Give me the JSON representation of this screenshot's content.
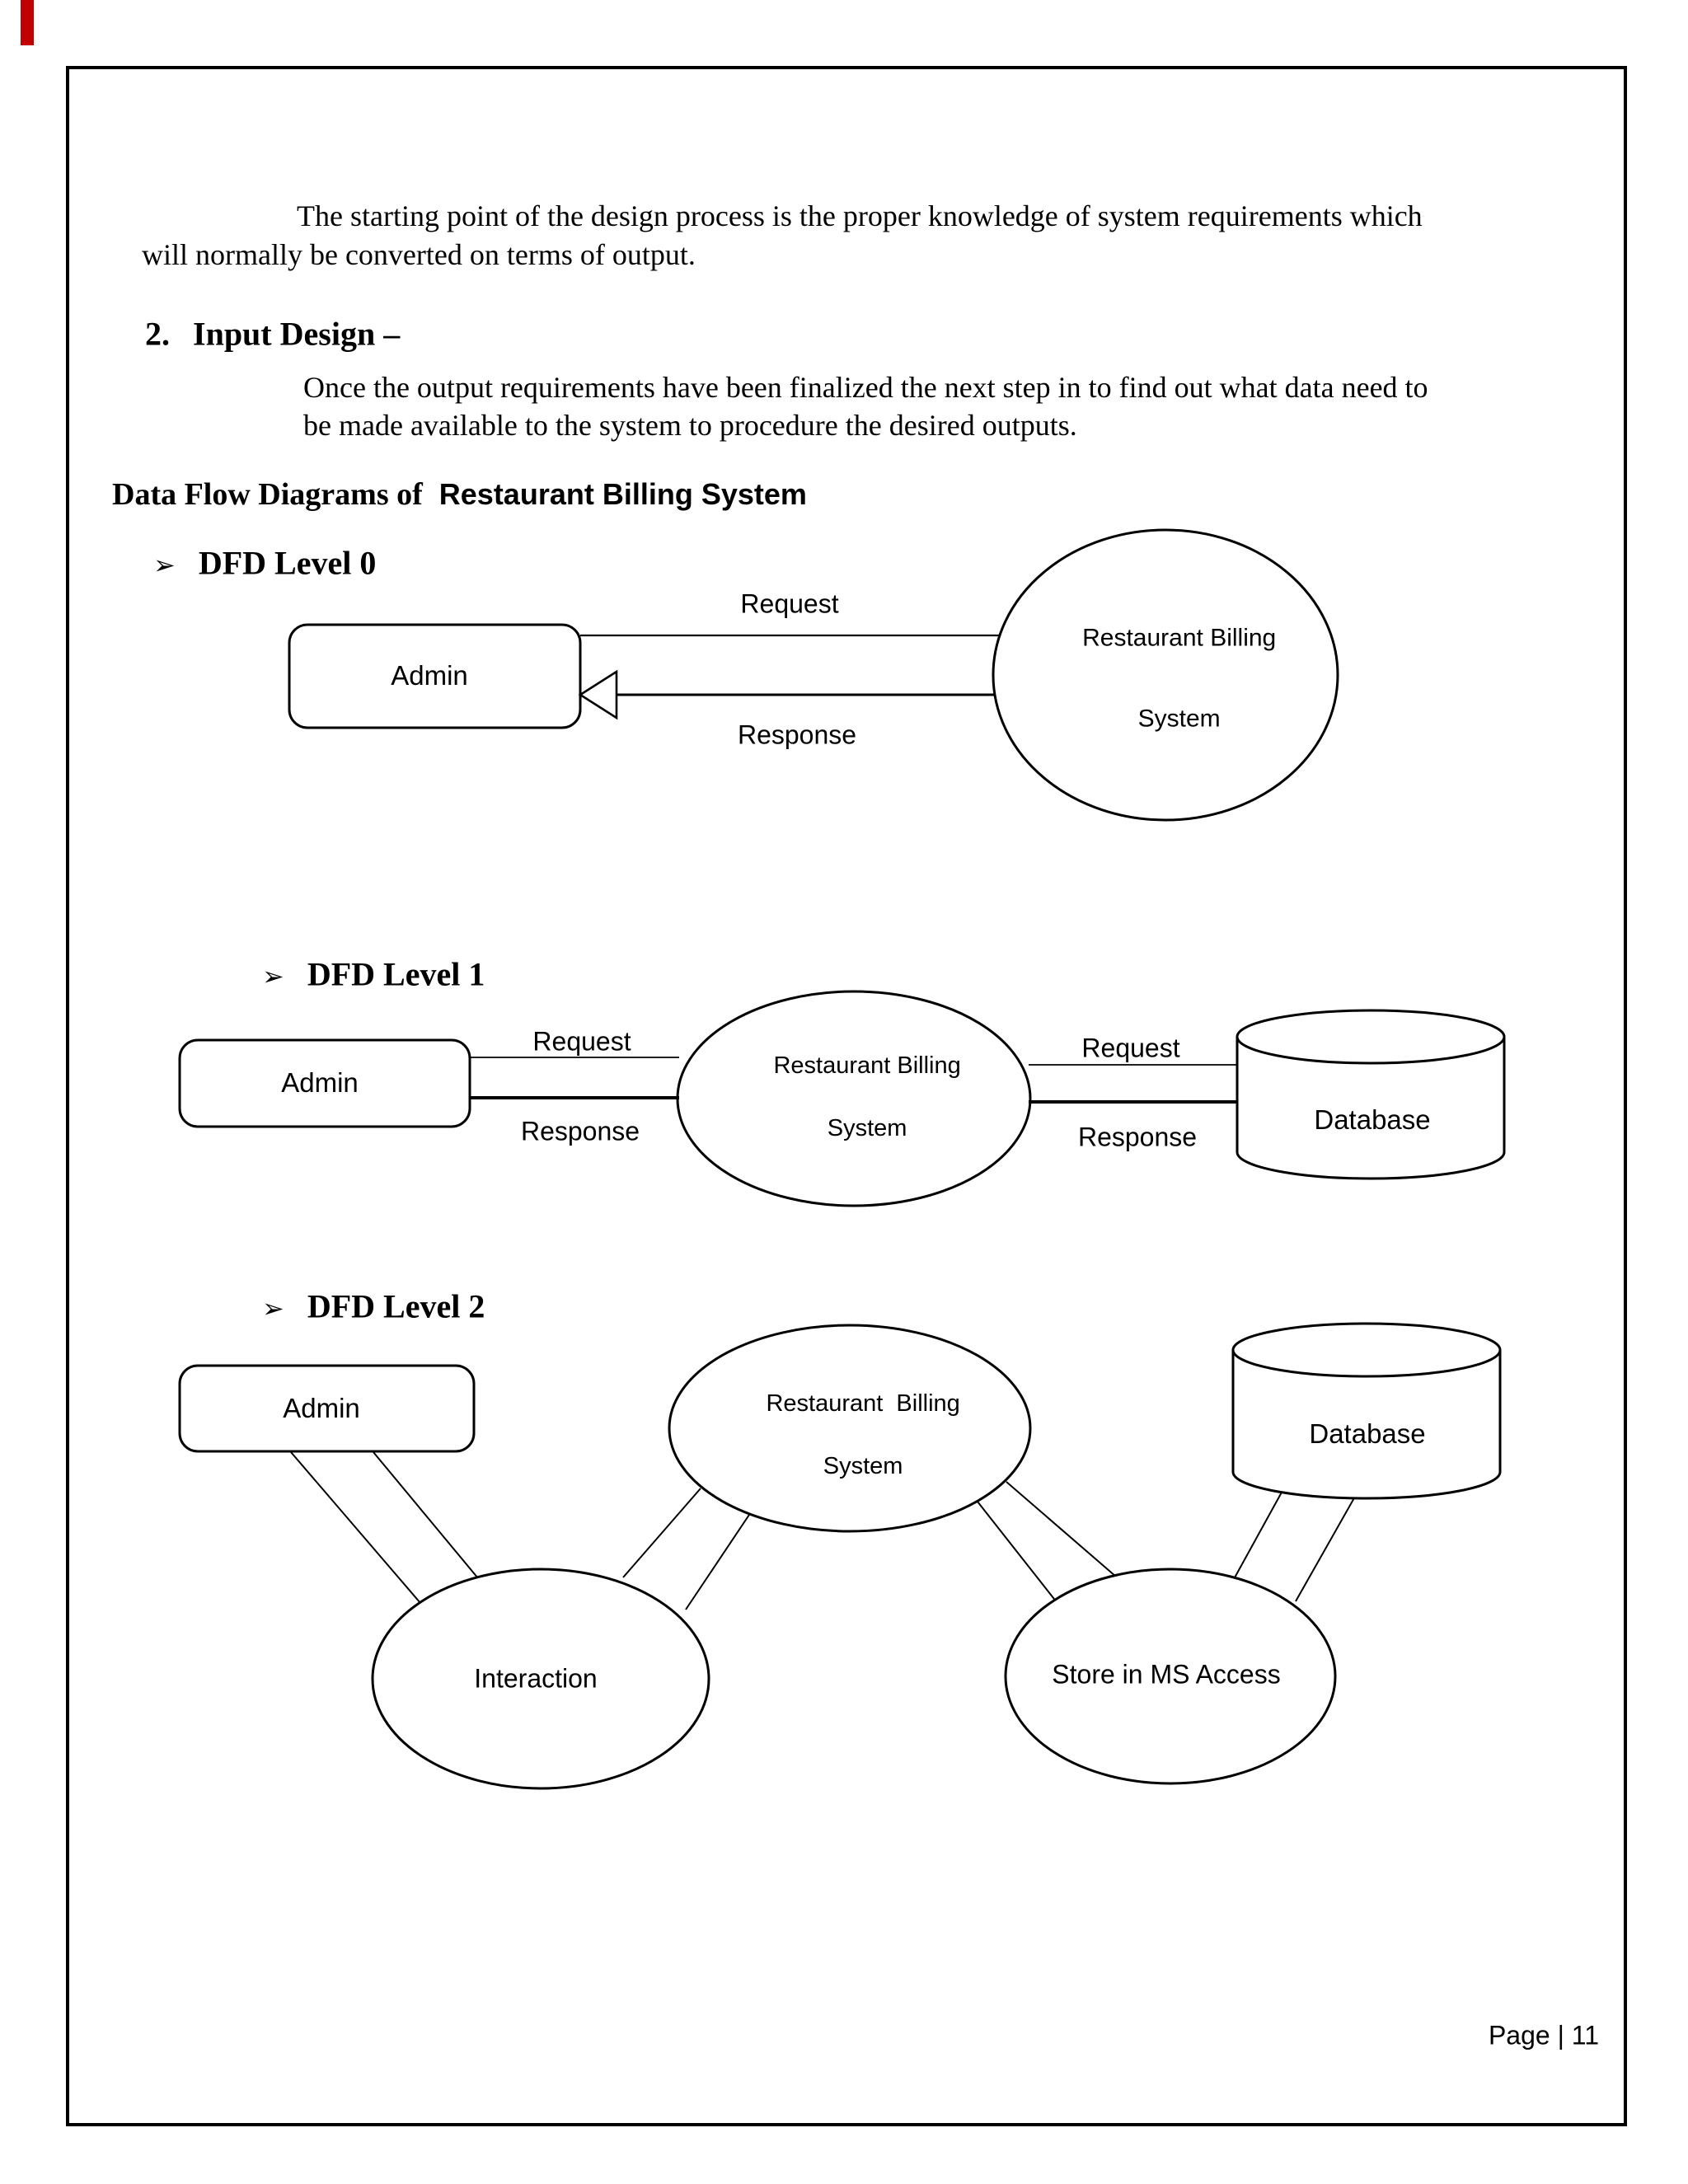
{
  "intro": {
    "para1_line1": "The starting point of the design process is the proper knowledge of system requirements which",
    "para1_line2": "will normally be converted on terms of output.",
    "section_number": "2.",
    "section_title": "Input Design –",
    "para2_line1": "Once the output requirements have been finalized the next step in to find out what data need to",
    "para2_line2": "be made available to the system to procedure the desired outputs.",
    "dfd_heading_serif": "Data Flow Diagrams of",
    "dfd_heading_sans": "Restaurant Billing System"
  },
  "levels": {
    "level0": {
      "bullet": "➢",
      "title": "DFD Level 0",
      "admin_label": "Admin",
      "process_line1": "Restaurant Billing",
      "process_line2": "System",
      "request_label": "Request",
      "response_label": "Response"
    },
    "level1": {
      "bullet": "➢",
      "title": "DFD  Level 1",
      "admin_label": "Admin",
      "process_line1": "Restaurant Billing",
      "process_line2": "System",
      "request_left_label": "Request",
      "response_left_label": "Response",
      "request_right_label": "Request",
      "response_right_label": "Response",
      "database_label": "Database"
    },
    "level2": {
      "bullet": "➢",
      "title": "DFD Level 2",
      "admin_label": "Admin",
      "process_line1": "Restaurant  Billing",
      "process_line2": "System",
      "database_label": "Database",
      "interaction_label": "Interaction",
      "store_label": "Store in MS Access"
    }
  },
  "footer": {
    "page_number_label": "Page | 11"
  },
  "colors": {
    "accent_mark": "#c00000",
    "ink": "#000000"
  }
}
